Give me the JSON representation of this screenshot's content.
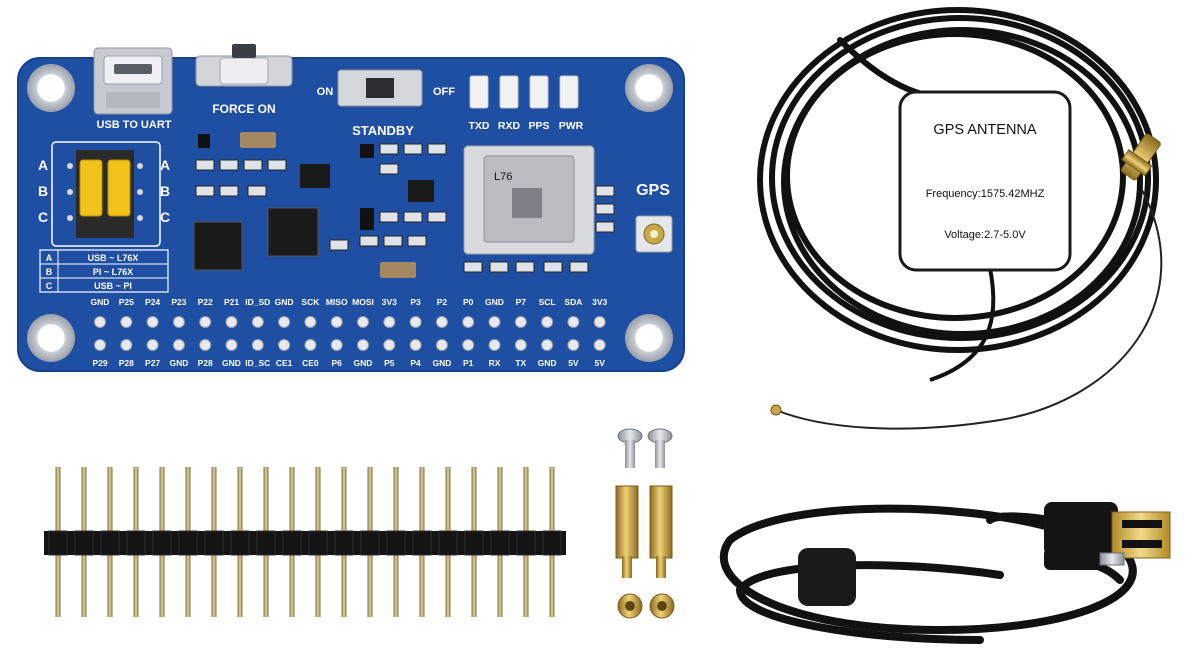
{
  "board": {
    "usb_label": "USB TO UART",
    "force_on_label": "FORCE ON",
    "on_label": "ON",
    "off_label": "OFF",
    "standby_label": "STANDBY",
    "led_labels": [
      "TXD",
      "RXD",
      "PPS",
      "PWR"
    ],
    "gps_label": "GPS",
    "module_text": "L76",
    "jumper_rows": [
      "A",
      "B",
      "C"
    ],
    "mode_table": [
      {
        "key": "A",
        "value": "USB ~ L76X"
      },
      {
        "key": "B",
        "value": "PI ~ L76X"
      },
      {
        "key": "C",
        "value": "USB ~ PI"
      }
    ],
    "top_pins": [
      "GND",
      "P25",
      "P24",
      "P23",
      "P22",
      "P21",
      "ID_SD",
      "GND",
      "SCK",
      "MISO",
      "MOSI",
      "3V3",
      "P3",
      "P2",
      "P0",
      "GND",
      "P7",
      "SCL",
      "SDA",
      "3V3"
    ],
    "bottom_pins": [
      "P29",
      "P28",
      "P27",
      "GND",
      "P28",
      "GND",
      "ID_SC",
      "CE1",
      "CE0",
      "P6",
      "GND",
      "P5",
      "P4",
      "GND",
      "P1",
      "RX",
      "TX",
      "GND",
      "5V",
      "5V"
    ]
  },
  "antenna": {
    "title": "GPS ANTENNA",
    "frequency": "Frequency:1575.42MHZ",
    "voltage": "Voltage:2.7-5.0V"
  },
  "colors": {
    "board": "#1e4fa3",
    "silk": "#ffffff",
    "cable": "#111111",
    "brass": "#c9a84c",
    "background": "#ffffff"
  }
}
